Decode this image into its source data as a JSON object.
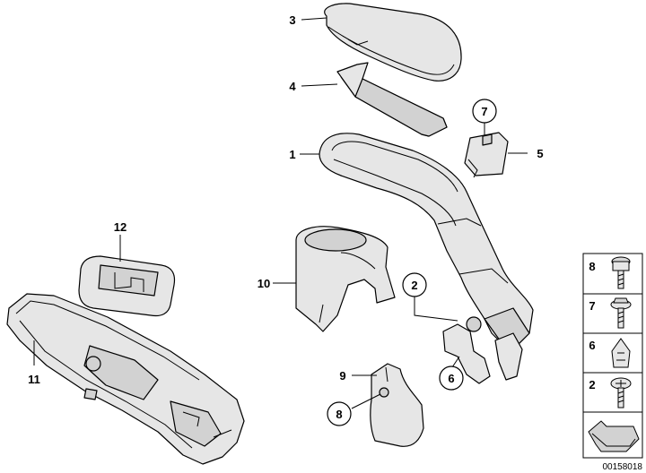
{
  "parts": [
    {
      "id": "3",
      "circled": false
    },
    {
      "id": "4",
      "circled": false
    },
    {
      "id": "7",
      "circled": true
    },
    {
      "id": "1",
      "circled": false
    },
    {
      "id": "5",
      "circled": false
    },
    {
      "id": "12",
      "circled": false
    },
    {
      "id": "2",
      "circled": true
    },
    {
      "id": "10",
      "circled": false
    },
    {
      "id": "11",
      "circled": false
    },
    {
      "id": "9",
      "circled": false
    },
    {
      "id": "6",
      "circled": true
    },
    {
      "id": "8",
      "circled": true
    }
  ],
  "legend": [
    {
      "id": "8",
      "icon": "torx-bolt-icon"
    },
    {
      "id": "7",
      "icon": "hex-screw-icon"
    },
    {
      "id": "6",
      "icon": "expanding-nut-icon"
    },
    {
      "id": "2",
      "icon": "fillister-screw-icon"
    }
  ],
  "legend_footer_icon": "arrow-icon",
  "drawing_number": "00158018",
  "colors": {
    "line": "#000000",
    "fill": "#e6e6e6",
    "background": "#ffffff"
  }
}
